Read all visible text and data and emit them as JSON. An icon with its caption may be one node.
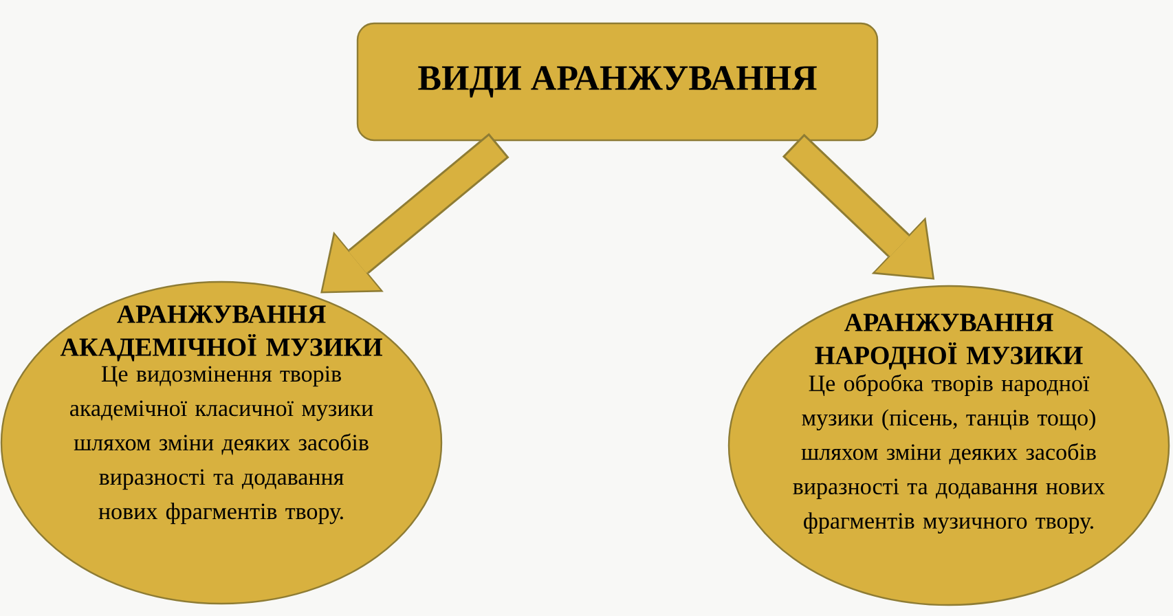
{
  "diagram": {
    "nodes": [
      {
        "text": [
          "ВИДИ АРАНЖУВАННЯ"
        ]
      },
      {
        "text": [
          "АРАНЖУВАННЯ АКАДЕМІЧНОЇ МУЗИКИ",
          "Це видозмінення творів академічної класичної музики шляхом зміни деяких засобів виразності та додавання нових фрагментів твору."
        ]
      },
      {
        "text": [
          "АРАНЖУВАННЯ НАРОДНОЇ МУЗИКИ",
          "Це обробка творів народної музики (пісень, танців тощо) шляхом зміни деяких засобів виразності та додавання нових фрагментів музичного твору."
        ]
      }
    ],
    "edges": [
      {
        "from": 0,
        "to": 1,
        "arrow": "to"
      },
      {
        "from": 0,
        "to": 2,
        "arrow": "to"
      }
    ]
  }
}
